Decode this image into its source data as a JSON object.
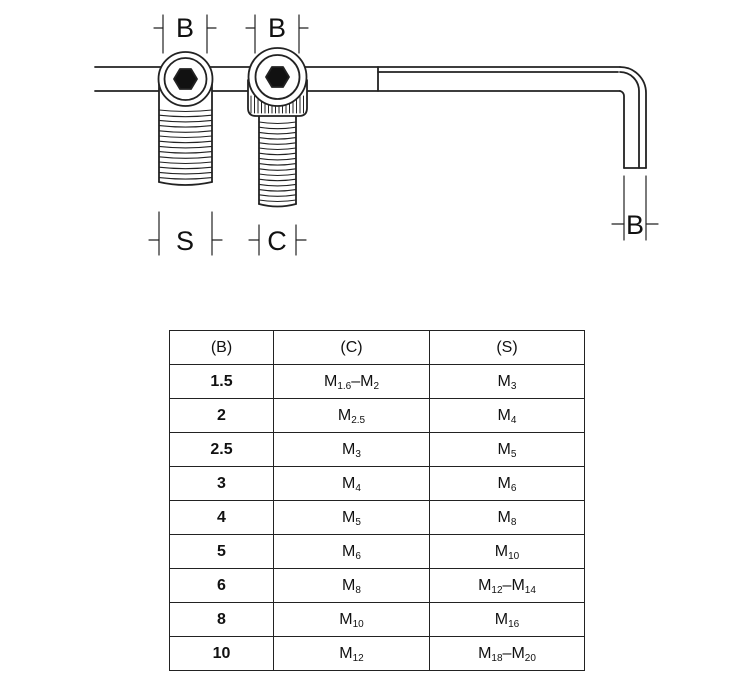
{
  "figure": {
    "labels": {
      "b1": "B",
      "b2": "B",
      "b3": "B",
      "s": "S",
      "c": "C"
    }
  },
  "table": {
    "headers": [
      "(B)",
      "(C)",
      "(S)"
    ],
    "rows": [
      {
        "b": "1.5",
        "c": [
          [
            "M",
            "1.6"
          ],
          [
            "–M",
            "2"
          ]
        ],
        "s": [
          [
            "M",
            "3"
          ]
        ]
      },
      {
        "b": "2",
        "c": [
          [
            "M",
            "2.5"
          ]
        ],
        "s": [
          [
            "M",
            "4"
          ]
        ]
      },
      {
        "b": "2.5",
        "c": [
          [
            "M",
            "3"
          ]
        ],
        "s": [
          [
            "M",
            "5"
          ]
        ]
      },
      {
        "b": "3",
        "c": [
          [
            "M",
            "4"
          ]
        ],
        "s": [
          [
            "M",
            "6"
          ]
        ]
      },
      {
        "b": "4",
        "c": [
          [
            "M",
            "5"
          ]
        ],
        "s": [
          [
            "M",
            "8"
          ]
        ]
      },
      {
        "b": "5",
        "c": [
          [
            "M",
            "6"
          ]
        ],
        "s": [
          [
            "M",
            "10"
          ]
        ]
      },
      {
        "b": "6",
        "c": [
          [
            "M",
            "8"
          ]
        ],
        "s": [
          [
            "M",
            "12"
          ],
          [
            "–M",
            "14"
          ]
        ]
      },
      {
        "b": "8",
        "c": [
          [
            "M",
            "10"
          ]
        ],
        "s": [
          [
            "M",
            "16"
          ]
        ]
      },
      {
        "b": "10",
        "c": [
          [
            "M",
            "12"
          ]
        ],
        "s": [
          [
            "M",
            "18"
          ],
          [
            "–M",
            "20"
          ]
        ]
      }
    ]
  }
}
